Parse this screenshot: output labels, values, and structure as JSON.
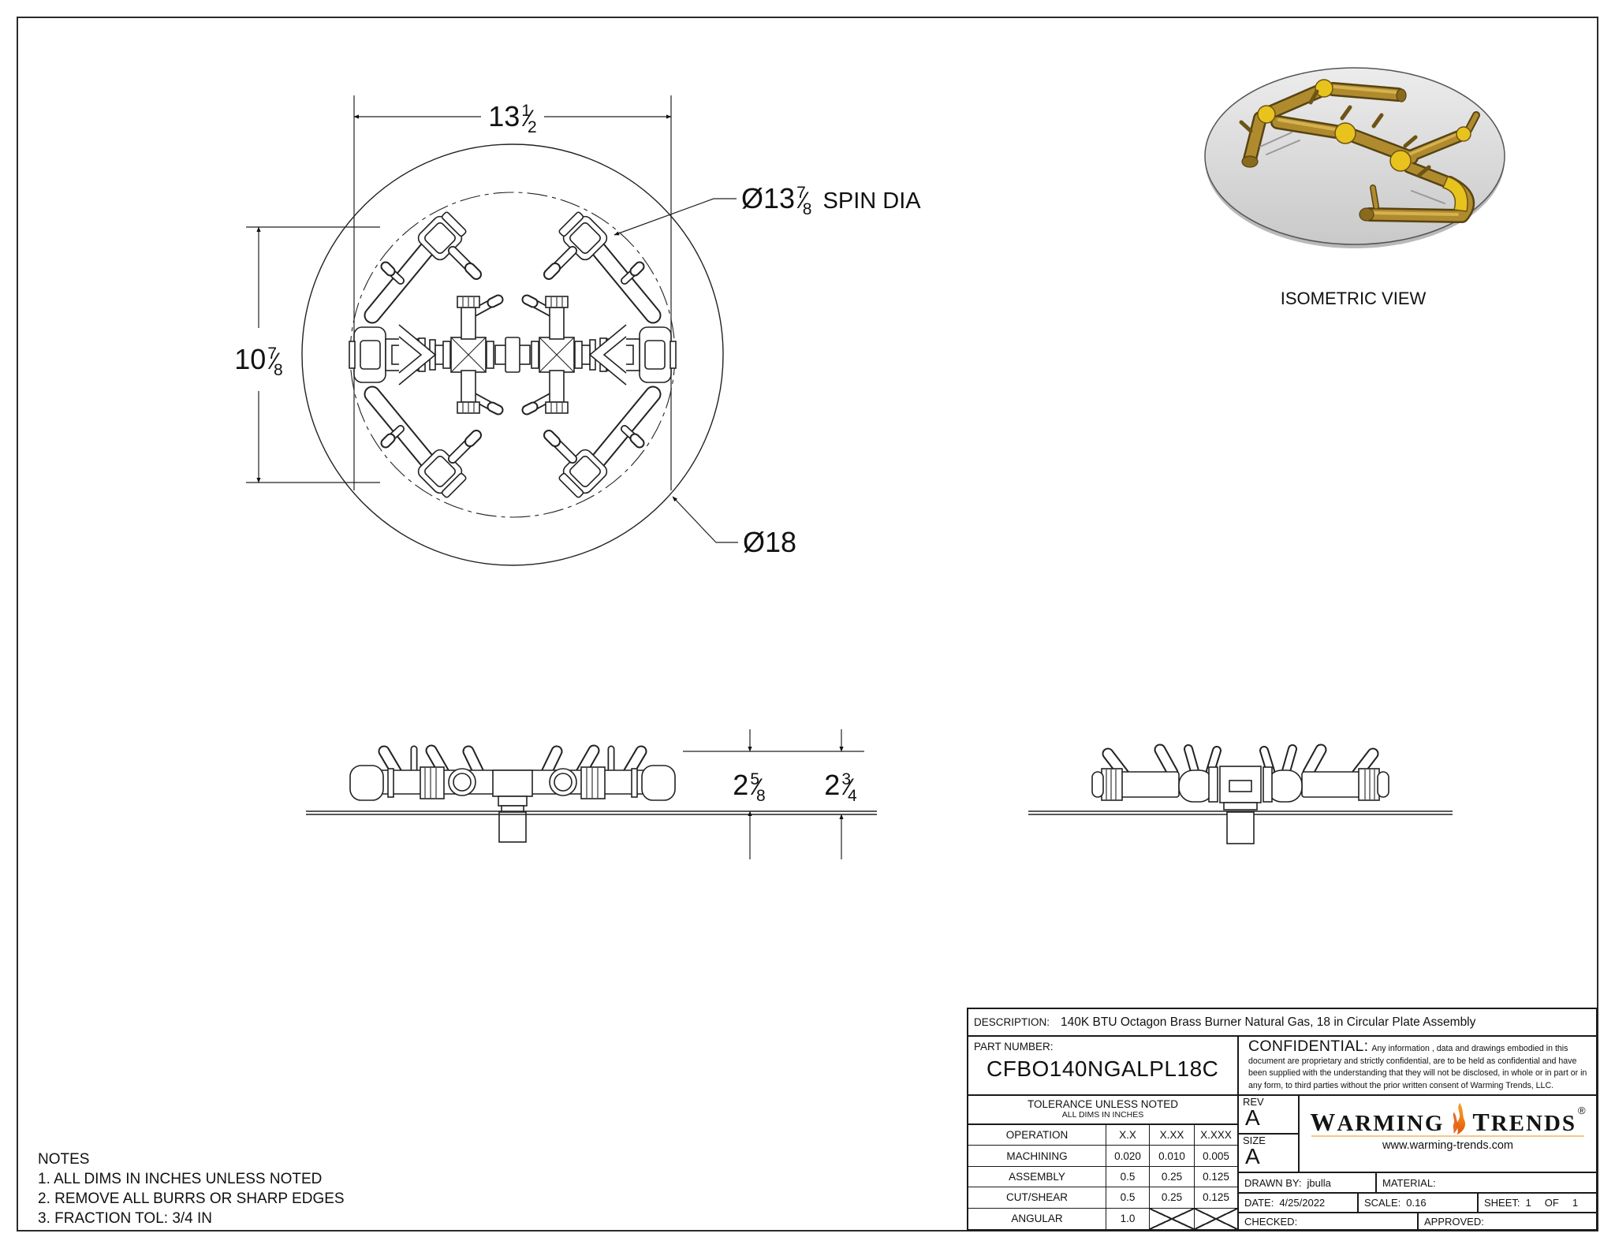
{
  "drawing": {
    "isometric_label": "ISOMETRIC VIEW",
    "dims": {
      "width": {
        "whole": "13",
        "num": "1",
        "den": "2"
      },
      "height": {
        "whole": "10",
        "num": "7",
        "den": "8"
      },
      "spin_dia": {
        "prefix": "Ø",
        "whole": "13",
        "num": "7",
        "den": "8",
        "suffix": " SPIN DIA"
      },
      "outer_dia": {
        "prefix": "Ø",
        "value": "18"
      },
      "height_to_plate_top": {
        "whole": "2",
        "num": "5",
        "den": "8"
      },
      "height_to_plate_bottom": {
        "whole": "2",
        "num": "3",
        "den": "4"
      }
    },
    "symbols": {
      "fraction_slash": "⁄",
      "diameter": "Ø"
    }
  },
  "notes": {
    "title": "NOTES",
    "items": [
      "1. ALL DIMS IN INCHES UNLESS NOTED",
      "2. REMOVE ALL BURRS OR SHARP EDGES",
      "3. FRACTION TOL: 3/4 IN"
    ]
  },
  "title_block": {
    "description_label": "DESCRIPTION:",
    "description": "140K BTU Octagon Brass Burner Natural Gas, 18 in Circular Plate Assembly",
    "part_number_label": "PART NUMBER:",
    "part_number": "CFBO140NGALPL18C",
    "confidential_label": "CONFIDENTIAL:",
    "confidential_text": "Any information , data and drawings embodied in this document are proprietary and strictly confidential, are to be held as confidential and have been supplied with the understanding that they will not be disclosed, in whole or in part or in any form, to third parties without the prior written consent of Warming Trends, LLC.",
    "tolerance_title": "TOLERANCE UNLESS NOTED",
    "tolerance_subtitle": "ALL DIMS IN INCHES",
    "tolerance_table": {
      "headers": [
        "OPERATION",
        "X.X",
        "X.XX",
        "X.XXX"
      ],
      "rows": [
        [
          "MACHINING",
          "0.020",
          "0.010",
          "0.005"
        ],
        [
          "ASSEMBLY",
          "0.5",
          "0.25",
          "0.125"
        ],
        [
          "CUT/SHEAR",
          "0.5",
          "0.25",
          "0.125"
        ],
        [
          "ANGULAR",
          "1.0",
          "",
          ""
        ]
      ]
    },
    "rev_label": "REV",
    "rev": "A",
    "size_label": "SIZE",
    "size": "A",
    "brand": {
      "word1": "Warming",
      "word2": "Trends",
      "reg": "®",
      "website": "www.warming-trends.com"
    },
    "drawn_by_label": "DRAWN BY:",
    "drawn_by": "jbulla",
    "material_label": "MATERIAL:",
    "material": "",
    "date_label": "DATE:",
    "date": "4/25/2022",
    "scale_label": "SCALE:",
    "scale": "0.16",
    "sheet_label": "SHEET:",
    "sheet_num": "1",
    "sheet_of": "OF",
    "sheet_total": "1",
    "checked_label": "CHECKED:",
    "checked": "",
    "approved_label": "APPROVED:",
    "approved": ""
  },
  "colors": {
    "line": "#222222",
    "brand_orange": "#f08019",
    "brand_flame_deep": "#e05206",
    "brand_underline": "#f3c98b",
    "brass": "#b08b2e",
    "brass_highlight": "#d9b554",
    "fitting_yellow": "#e8c31d",
    "plate_gray": "#dcdcdc"
  }
}
